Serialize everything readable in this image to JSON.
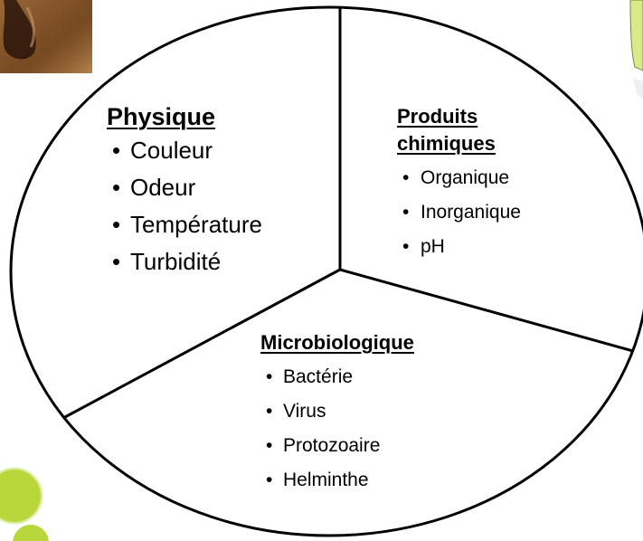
{
  "sections": {
    "physique": {
      "heading": "Physique",
      "items": [
        "Couleur",
        "Odeur",
        "Température",
        "Turbidité"
      ]
    },
    "chimiques": {
      "heading_line1": "Produits",
      "heading_line2": "chimiques",
      "items": [
        "Organique",
        "Inorganique",
        "pH"
      ]
    },
    "microbiologique": {
      "heading": "Microbiologique",
      "items": [
        "Bactérie",
        "Virus",
        "Protozoaire",
        "Helminthe"
      ]
    }
  },
  "bullet": "•",
  "colors": {
    "outline": "#000000",
    "photo_brown": "#7a4a22",
    "lime_green": "#b9d63a",
    "pale_green": "#e6f2c0"
  }
}
